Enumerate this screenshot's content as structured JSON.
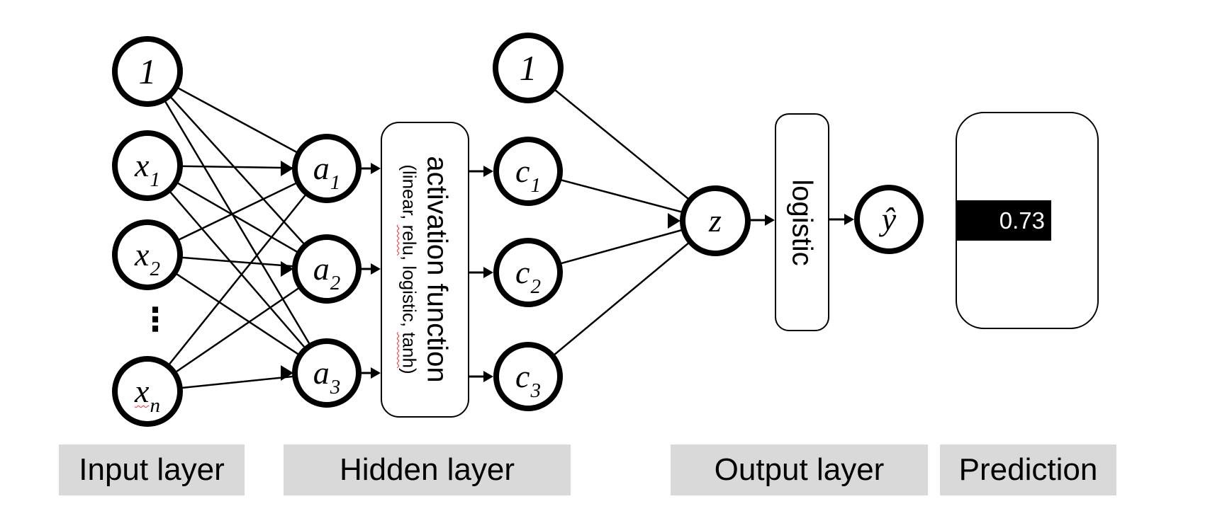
{
  "nodes": {
    "bias1": {
      "label": "1"
    },
    "x1": {
      "base": "x",
      "sub": "1"
    },
    "x2": {
      "base": "x",
      "sub": "2"
    },
    "ellipsis": "⋮",
    "xn": {
      "base": "x",
      "sub": "n"
    },
    "a1": {
      "base": "a",
      "sub": "1"
    },
    "a2": {
      "base": "a",
      "sub": "2"
    },
    "a3": {
      "base": "a",
      "sub": "3"
    },
    "bias2": {
      "label": "1"
    },
    "c1": {
      "base": "c",
      "sub": "1"
    },
    "c2": {
      "base": "c",
      "sub": "2"
    },
    "c3": {
      "base": "c",
      "sub": "3"
    },
    "z": {
      "label": "z"
    },
    "yhat": {
      "label": "ŷ"
    }
  },
  "activation_box": {
    "title": "activation function",
    "sub_p1": "(linear, ",
    "sub_relu": "relu",
    "sub_p2": ", logistic, ",
    "sub_tanh": "tanh",
    "sub_p3": ")"
  },
  "logistic_box": {
    "label": "logistic"
  },
  "prediction": {
    "value": "0.73"
  },
  "layer_labels": {
    "input": "Input layer",
    "hidden": "Hidden layer",
    "output": "Output layer",
    "prediction": "Prediction"
  },
  "colors": {
    "label_bg": "#d9d9d9",
    "bar_bg": "#000000",
    "bar_text": "#ffffff",
    "squiggle": "#ff2b2b",
    "stroke": "#000000"
  }
}
